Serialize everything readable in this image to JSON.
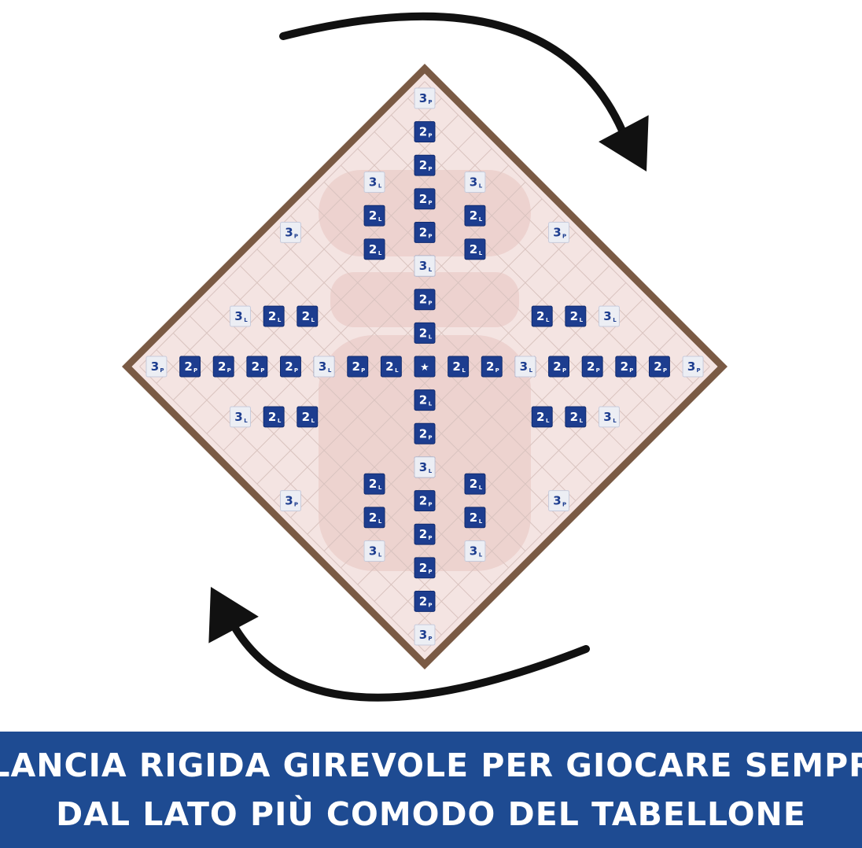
{
  "colors": {
    "background": "#ffffff",
    "banner": "#1e4b92",
    "banner_text": "#ffffff",
    "board_frame": "#7a5a44",
    "board_surface": "#f4e4e2",
    "board_shadow": "#e8c4c0",
    "grid_line": "#d9c3bf",
    "double_tile": "#1d3d8f",
    "triple_tile": "#eceef4",
    "triple_text": "#1d3d8f",
    "arrow": "#111111"
  },
  "icons": {
    "rotate_arrow_top": "curved-arrow-clockwise-icon",
    "rotate_arrow_bottom": "curved-arrow-counterclockwise-icon",
    "center_star": "star-icon"
  },
  "board": {
    "size": 17,
    "tiles": [
      {
        "r": 0,
        "c": 0,
        "n": "3",
        "s": "P",
        "v": "triple"
      },
      {
        "r": 0,
        "c": 16,
        "n": "3",
        "s": "P",
        "v": "triple"
      },
      {
        "r": 16,
        "c": 0,
        "n": "3",
        "s": "P",
        "v": "triple"
      },
      {
        "r": 16,
        "c": 16,
        "n": "3",
        "s": "P",
        "v": "triple"
      },
      {
        "r": 0,
        "c": 8,
        "n": "3",
        "s": "P",
        "v": "triple"
      },
      {
        "r": 8,
        "c": 0,
        "n": "3",
        "s": "P",
        "v": "triple"
      },
      {
        "r": 8,
        "c": 16,
        "n": "3",
        "s": "P",
        "v": "triple"
      },
      {
        "r": 16,
        "c": 8,
        "n": "3",
        "s": "P",
        "v": "triple"
      },
      {
        "r": 1,
        "c": 1,
        "n": "2",
        "s": "P",
        "v": "double"
      },
      {
        "r": 2,
        "c": 2,
        "n": "2",
        "s": "P",
        "v": "double"
      },
      {
        "r": 3,
        "c": 3,
        "n": "2",
        "s": "P",
        "v": "double"
      },
      {
        "r": 4,
        "c": 4,
        "n": "2",
        "s": "P",
        "v": "double"
      },
      {
        "r": 5,
        "c": 5,
        "n": "2",
        "s": "P",
        "v": "double"
      },
      {
        "r": 6,
        "c": 6,
        "n": "2",
        "s": "P",
        "v": "double"
      },
      {
        "r": 10,
        "c": 10,
        "n": "2",
        "s": "P",
        "v": "double"
      },
      {
        "r": 11,
        "c": 11,
        "n": "2",
        "s": "P",
        "v": "double"
      },
      {
        "r": 12,
        "c": 12,
        "n": "2",
        "s": "P",
        "v": "double"
      },
      {
        "r": 13,
        "c": 13,
        "n": "2",
        "s": "P",
        "v": "double"
      },
      {
        "r": 14,
        "c": 14,
        "n": "2",
        "s": "P",
        "v": "double"
      },
      {
        "r": 15,
        "c": 15,
        "n": "2",
        "s": "P",
        "v": "double"
      },
      {
        "r": 1,
        "c": 15,
        "n": "2",
        "s": "P",
        "v": "double"
      },
      {
        "r": 2,
        "c": 14,
        "n": "2",
        "s": "P",
        "v": "double"
      },
      {
        "r": 3,
        "c": 13,
        "n": "2",
        "s": "P",
        "v": "double"
      },
      {
        "r": 4,
        "c": 12,
        "n": "2",
        "s": "P",
        "v": "double"
      },
      {
        "r": 5,
        "c": 11,
        "n": "2",
        "s": "P",
        "v": "double"
      },
      {
        "r": 6,
        "c": 10,
        "n": "2",
        "s": "P",
        "v": "double"
      },
      {
        "r": 10,
        "c": 6,
        "n": "2",
        "s": "P",
        "v": "double"
      },
      {
        "r": 11,
        "c": 5,
        "n": "2",
        "s": "P",
        "v": "double"
      },
      {
        "r": 12,
        "c": 4,
        "n": "2",
        "s": "P",
        "v": "double"
      },
      {
        "r": 13,
        "c": 3,
        "n": "2",
        "s": "P",
        "v": "double"
      },
      {
        "r": 14,
        "c": 2,
        "n": "2",
        "s": "P",
        "v": "double"
      },
      {
        "r": 15,
        "c": 1,
        "n": "2",
        "s": "P",
        "v": "double"
      },
      {
        "r": 1,
        "c": 4,
        "n": "3",
        "s": "L",
        "v": "triple"
      },
      {
        "r": 1,
        "c": 12,
        "n": "3",
        "s": "L",
        "v": "triple"
      },
      {
        "r": 4,
        "c": 1,
        "n": "3",
        "s": "L",
        "v": "triple"
      },
      {
        "r": 4,
        "c": 15,
        "n": "3",
        "s": "L",
        "v": "triple"
      },
      {
        "r": 12,
        "c": 1,
        "n": "3",
        "s": "L",
        "v": "triple"
      },
      {
        "r": 12,
        "c": 15,
        "n": "3",
        "s": "L",
        "v": "triple"
      },
      {
        "r": 15,
        "c": 4,
        "n": "3",
        "s": "L",
        "v": "triple"
      },
      {
        "r": 15,
        "c": 12,
        "n": "3",
        "s": "L",
        "v": "triple"
      },
      {
        "r": 5,
        "c": 5,
        "n": "3",
        "s": "L",
        "v": "triple"
      },
      {
        "r": 11,
        "c": 11,
        "n": "3",
        "s": "L",
        "v": "triple"
      },
      {
        "r": 5,
        "c": 11,
        "n": "3",
        "s": "L",
        "v": "triple"
      },
      {
        "r": 11,
        "c": 5,
        "n": "3",
        "s": "L",
        "v": "triple"
      },
      {
        "r": 2,
        "c": 5,
        "n": "2",
        "s": "L",
        "v": "double"
      },
      {
        "r": 2,
        "c": 11,
        "n": "2",
        "s": "L",
        "v": "double"
      },
      {
        "r": 5,
        "c": 2,
        "n": "2",
        "s": "L",
        "v": "double"
      },
      {
        "r": 5,
        "c": 14,
        "n": "2",
        "s": "L",
        "v": "double"
      },
      {
        "r": 11,
        "c": 2,
        "n": "2",
        "s": "L",
        "v": "double"
      },
      {
        "r": 11,
        "c": 14,
        "n": "2",
        "s": "L",
        "v": "double"
      },
      {
        "r": 14,
        "c": 5,
        "n": "2",
        "s": "L",
        "v": "double"
      },
      {
        "r": 14,
        "c": 11,
        "n": "2",
        "s": "L",
        "v": "double"
      },
      {
        "r": 7,
        "c": 7,
        "n": "2",
        "s": "L",
        "v": "double"
      },
      {
        "r": 9,
        "c": 9,
        "n": "2",
        "s": "L",
        "v": "double"
      },
      {
        "r": 7,
        "c": 9,
        "n": "2",
        "s": "L",
        "v": "double"
      },
      {
        "r": 9,
        "c": 7,
        "n": "2",
        "s": "L",
        "v": "double"
      },
      {
        "r": 3,
        "c": 6,
        "n": "2",
        "s": "L",
        "v": "double"
      },
      {
        "r": 6,
        "c": 3,
        "n": "2",
        "s": "L",
        "v": "double"
      },
      {
        "r": 10,
        "c": 13,
        "n": "2",
        "s": "L",
        "v": "double"
      },
      {
        "r": 13,
        "c": 10,
        "n": "2",
        "s": "L",
        "v": "double"
      },
      {
        "r": 6,
        "c": 13,
        "n": "2",
        "s": "L",
        "v": "double"
      },
      {
        "r": 13,
        "c": 6,
        "n": "2",
        "s": "L",
        "v": "double"
      },
      {
        "r": 3,
        "c": 10,
        "n": "2",
        "s": "L",
        "v": "double"
      },
      {
        "r": 10,
        "c": 3,
        "n": "2",
        "s": "L",
        "v": "double"
      },
      {
        "r": 8,
        "c": 8,
        "n": "★",
        "s": "",
        "v": "double"
      }
    ]
  },
  "banner": {
    "line1": "PLANCIA RIGIDA GIREVOLE PER GIOCARE SEMPRE",
    "line2": "DAL LATO PIÙ COMODO DEL TABELLONE"
  }
}
